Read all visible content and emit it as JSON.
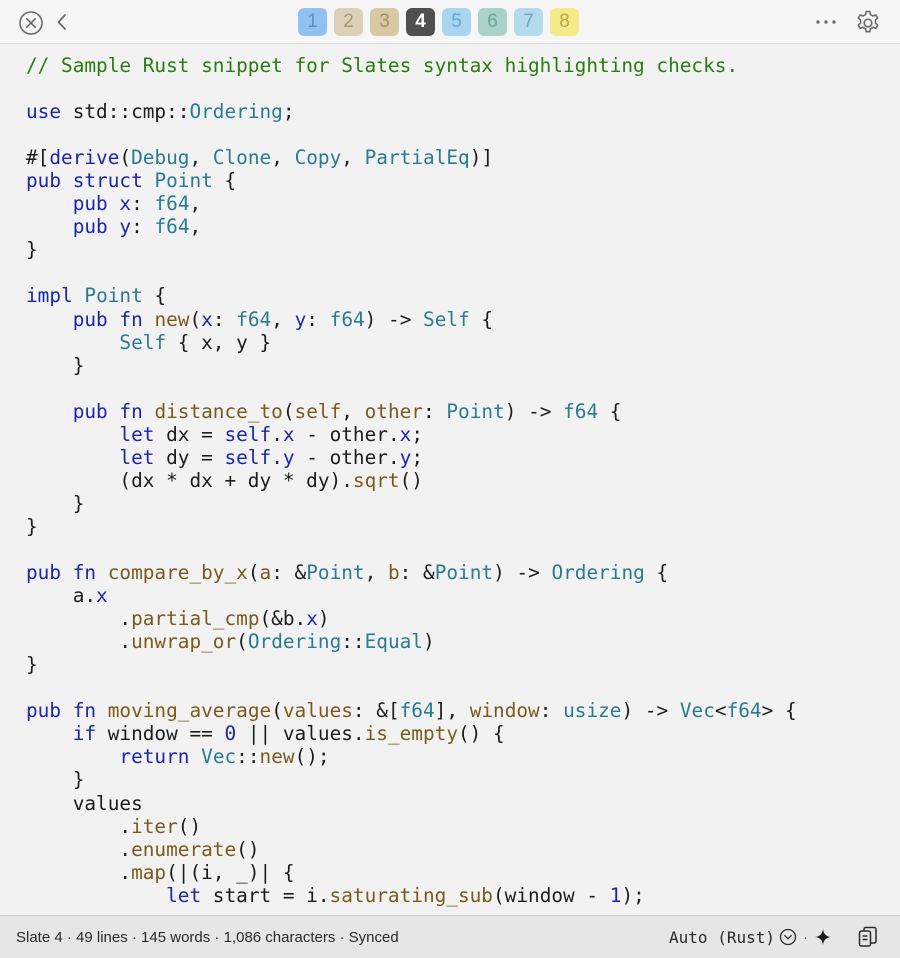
{
  "toolbar": {
    "tabs": [
      {
        "label": "1",
        "bg": "#8fc2f0",
        "fg": "#5b8fc4"
      },
      {
        "label": "2",
        "bg": "#dcd0b8",
        "fg": "#a89877"
      },
      {
        "label": "3",
        "bg": "#d8c9a2",
        "fg": "#a08f63"
      },
      {
        "label": "4",
        "bg": "#4f4f4f",
        "fg": "#ffffff",
        "active": true
      },
      {
        "label": "5",
        "bg": "#a8d6f2",
        "fg": "#6aa6cc"
      },
      {
        "label": "6",
        "bg": "#a9d3c8",
        "fg": "#6aa596"
      },
      {
        "label": "7",
        "bg": "#b2dceb",
        "fg": "#6da8bd"
      },
      {
        "label": "8",
        "bg": "#f6e98a",
        "fg": "#c0a93a"
      }
    ]
  },
  "editor": {
    "lines": [
      [
        [
          "cm",
          "// Sample Rust snippet for Slates syntax highlighting checks."
        ]
      ],
      [],
      [
        [
          "kw",
          "use"
        ],
        [
          "vr",
          " std::cmp::"
        ],
        [
          "ty",
          "Ordering"
        ],
        [
          "vr",
          ";"
        ]
      ],
      [],
      [
        [
          "vr",
          "#["
        ],
        [
          "kw",
          "derive"
        ],
        [
          "vr",
          "("
        ],
        [
          "ty",
          "Debug"
        ],
        [
          "vr",
          ", "
        ],
        [
          "ty",
          "Clone"
        ],
        [
          "vr",
          ", "
        ],
        [
          "ty",
          "Copy"
        ],
        [
          "vr",
          ", "
        ],
        [
          "ty",
          "PartialEq"
        ],
        [
          "vr",
          ")]"
        ]
      ],
      [
        [
          "kw",
          "pub struct"
        ],
        [
          "vr",
          " "
        ],
        [
          "ty",
          "Point"
        ],
        [
          "vr",
          " {"
        ]
      ],
      [
        [
          "vr",
          "    "
        ],
        [
          "kw",
          "pub"
        ],
        [
          "vr",
          " "
        ],
        [
          "kw",
          "x"
        ],
        [
          "vr",
          ": "
        ],
        [
          "ty",
          "f64"
        ],
        [
          "vr",
          ","
        ]
      ],
      [
        [
          "vr",
          "    "
        ],
        [
          "kw",
          "pub"
        ],
        [
          "vr",
          " "
        ],
        [
          "kw",
          "y"
        ],
        [
          "vr",
          ": "
        ],
        [
          "ty",
          "f64"
        ],
        [
          "vr",
          ","
        ]
      ],
      [
        [
          "vr",
          "}"
        ]
      ],
      [],
      [
        [
          "kw",
          "impl"
        ],
        [
          "vr",
          " "
        ],
        [
          "ty",
          "Point"
        ],
        [
          "vr",
          " {"
        ]
      ],
      [
        [
          "vr",
          "    "
        ],
        [
          "kw",
          "pub fn"
        ],
        [
          "vr",
          " "
        ],
        [
          "fn",
          "new"
        ],
        [
          "vr",
          "("
        ],
        [
          "kw",
          "x"
        ],
        [
          "vr",
          ": "
        ],
        [
          "ty",
          "f64"
        ],
        [
          "vr",
          ", "
        ],
        [
          "kw",
          "y"
        ],
        [
          "vr",
          ": "
        ],
        [
          "ty",
          "f64"
        ],
        [
          "vr",
          ") -> "
        ],
        [
          "ty",
          "Self"
        ],
        [
          "vr",
          " {"
        ]
      ],
      [
        [
          "vr",
          "        "
        ],
        [
          "ty",
          "Self"
        ],
        [
          "vr",
          " { x, y }"
        ]
      ],
      [
        [
          "vr",
          "    }"
        ]
      ],
      [],
      [
        [
          "vr",
          "    "
        ],
        [
          "kw",
          "pub fn"
        ],
        [
          "vr",
          " "
        ],
        [
          "fn",
          "distance_to"
        ],
        [
          "vr",
          "("
        ],
        [
          "fn",
          "self"
        ],
        [
          "vr",
          ", "
        ],
        [
          "fn",
          "other"
        ],
        [
          "vr",
          ": "
        ],
        [
          "ty",
          "Point"
        ],
        [
          "vr",
          ") -> "
        ],
        [
          "ty",
          "f64"
        ],
        [
          "vr",
          " {"
        ]
      ],
      [
        [
          "vr",
          "        "
        ],
        [
          "kw",
          "let"
        ],
        [
          "vr",
          " dx = "
        ],
        [
          "kw",
          "self"
        ],
        [
          "vr",
          "."
        ],
        [
          "kw",
          "x"
        ],
        [
          "vr",
          " - other."
        ],
        [
          "kw",
          "x"
        ],
        [
          "vr",
          ";"
        ]
      ],
      [
        [
          "vr",
          "        "
        ],
        [
          "kw",
          "let"
        ],
        [
          "vr",
          " dy = "
        ],
        [
          "kw",
          "self"
        ],
        [
          "vr",
          "."
        ],
        [
          "kw",
          "y"
        ],
        [
          "vr",
          " - other."
        ],
        [
          "kw",
          "y"
        ],
        [
          "vr",
          ";"
        ]
      ],
      [
        [
          "vr",
          "        (dx * dx + dy * dy)."
        ],
        [
          "fn",
          "sqrt"
        ],
        [
          "vr",
          "()"
        ]
      ],
      [
        [
          "vr",
          "    }"
        ]
      ],
      [
        [
          "vr",
          "}"
        ]
      ],
      [],
      [
        [
          "kw",
          "pub fn"
        ],
        [
          "vr",
          " "
        ],
        [
          "fn",
          "compare_by_x"
        ],
        [
          "vr",
          "("
        ],
        [
          "fn",
          "a"
        ],
        [
          "vr",
          ": &"
        ],
        [
          "ty",
          "Point"
        ],
        [
          "vr",
          ", "
        ],
        [
          "fn",
          "b"
        ],
        [
          "vr",
          ": &"
        ],
        [
          "ty",
          "Point"
        ],
        [
          "vr",
          ") -> "
        ],
        [
          "ty",
          "Ordering"
        ],
        [
          "vr",
          " {"
        ]
      ],
      [
        [
          "vr",
          "    a."
        ],
        [
          "kw",
          "x"
        ]
      ],
      [
        [
          "vr",
          "        ."
        ],
        [
          "fn",
          "partial_cmp"
        ],
        [
          "vr",
          "(&b."
        ],
        [
          "kw",
          "x"
        ],
        [
          "vr",
          ")"
        ]
      ],
      [
        [
          "vr",
          "        ."
        ],
        [
          "fn",
          "unwrap_or"
        ],
        [
          "vr",
          "("
        ],
        [
          "ty",
          "Ordering"
        ],
        [
          "vr",
          "::"
        ],
        [
          "ty",
          "Equal"
        ],
        [
          "vr",
          ")"
        ]
      ],
      [
        [
          "vr",
          "}"
        ]
      ],
      [],
      [
        [
          "kw",
          "pub fn"
        ],
        [
          "vr",
          " "
        ],
        [
          "fn",
          "moving_average"
        ],
        [
          "vr",
          "("
        ],
        [
          "fn",
          "values"
        ],
        [
          "vr",
          ": &["
        ],
        [
          "ty",
          "f64"
        ],
        [
          "vr",
          "], "
        ],
        [
          "fn",
          "window"
        ],
        [
          "vr",
          ": "
        ],
        [
          "ty",
          "usize"
        ],
        [
          "vr",
          ") -> "
        ],
        [
          "ty",
          "Vec"
        ],
        [
          "vr",
          "<"
        ],
        [
          "ty",
          "f64"
        ],
        [
          "vr",
          "> {"
        ]
      ],
      [
        [
          "vr",
          "    "
        ],
        [
          "kw",
          "if"
        ],
        [
          "vr",
          " window == "
        ],
        [
          "nu",
          "0"
        ],
        [
          "vr",
          " || values."
        ],
        [
          "fn",
          "is_empty"
        ],
        [
          "vr",
          "() {"
        ]
      ],
      [
        [
          "vr",
          "        "
        ],
        [
          "kw",
          "return"
        ],
        [
          "vr",
          " "
        ],
        [
          "ty",
          "Vec"
        ],
        [
          "vr",
          "::"
        ],
        [
          "fn",
          "new"
        ],
        [
          "vr",
          "();"
        ]
      ],
      [
        [
          "vr",
          "    }"
        ]
      ],
      [
        [
          "vr",
          "    values"
        ]
      ],
      [
        [
          "vr",
          "        ."
        ],
        [
          "fn",
          "iter"
        ],
        [
          "vr",
          "()"
        ]
      ],
      [
        [
          "vr",
          "        ."
        ],
        [
          "fn",
          "enumerate"
        ],
        [
          "vr",
          "()"
        ]
      ],
      [
        [
          "vr",
          "        ."
        ],
        [
          "fn",
          "map"
        ],
        [
          "vr",
          "(|(i, _)| {"
        ]
      ],
      [
        [
          "vr",
          "            "
        ],
        [
          "kw",
          "let"
        ],
        [
          "vr",
          " start = i."
        ],
        [
          "fn",
          "saturating_sub"
        ],
        [
          "vr",
          "(window - "
        ],
        [
          "nu",
          "1"
        ],
        [
          "vr",
          ");"
        ]
      ]
    ]
  },
  "status": {
    "summary": "Slate 4 · 49 lines · 145 words · 1,086 characters · Synced",
    "language": "Auto (Rust)",
    "separator": "·"
  }
}
